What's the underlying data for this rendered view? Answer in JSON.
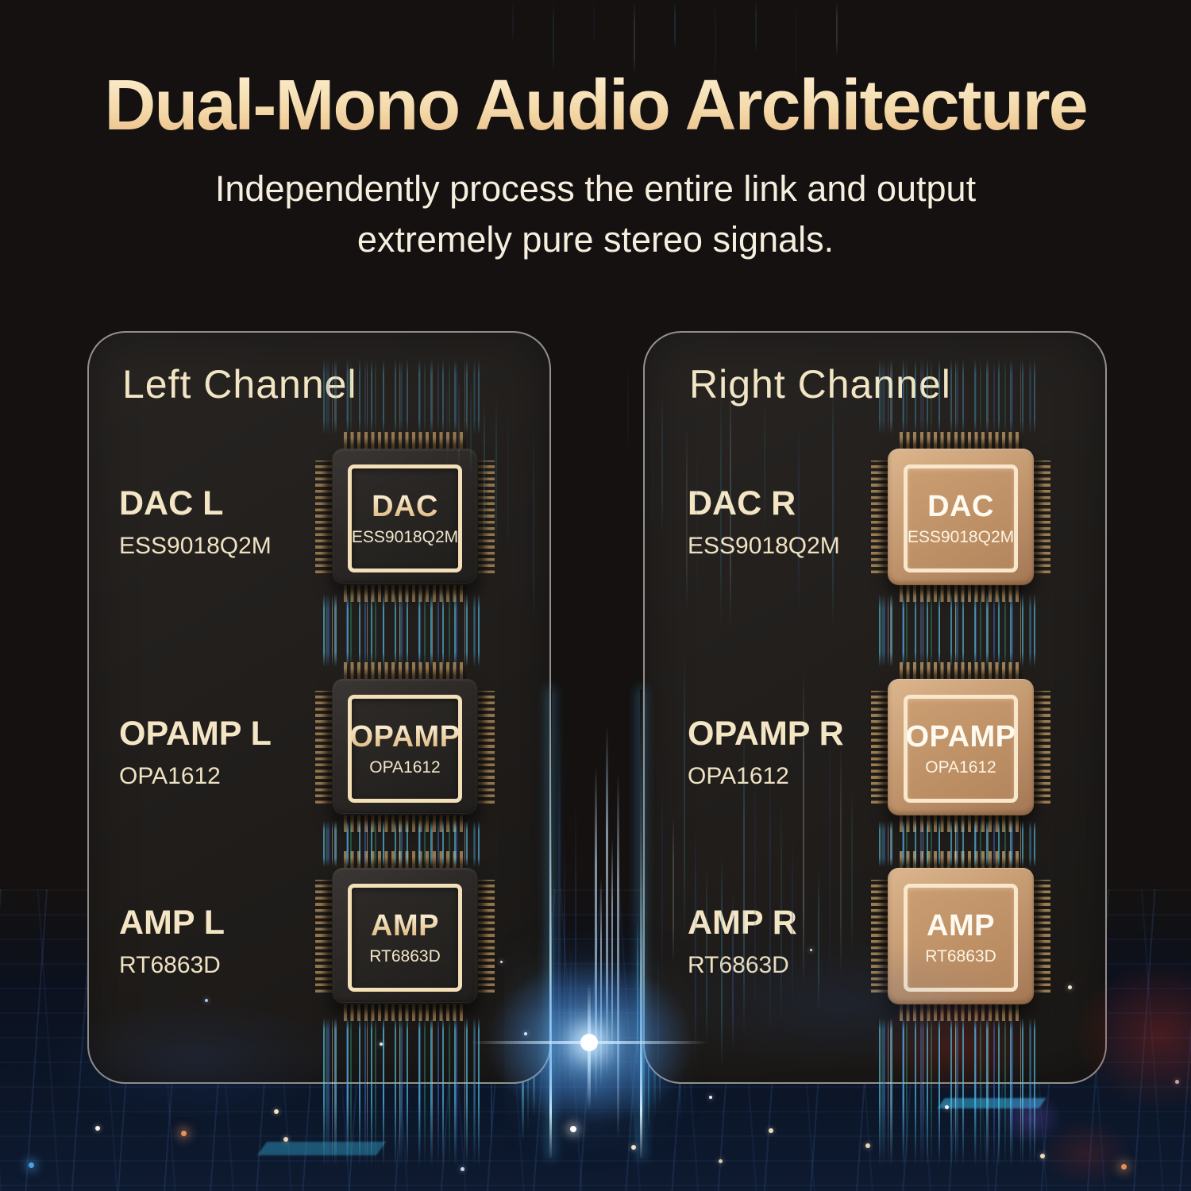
{
  "title": "Dual-Mono Audio Architecture",
  "subtitle_line1": "Independently process the entire link and output",
  "subtitle_line2": "extremely pure stereo signals.",
  "colors": {
    "gold_text": "#f3e5c3",
    "title_gold_top": "#fbeccb",
    "title_gold_bottom": "#e9ba83",
    "chip_frame_gold": "#f3e0b8",
    "bronze_chip": "#c3986f",
    "accent_cyan": "#4fc3e8",
    "background_dark": "#141110"
  },
  "panels": [
    {
      "header": "Left Channel",
      "chips": [
        {
          "label": "DAC L",
          "part": "ESS9018Q2M",
          "chip_title": "DAC",
          "chip_part": "ESS9018Q2M"
        },
        {
          "label": "OPAMP L",
          "part": "OPA1612",
          "chip_title": "OPAMP",
          "chip_part": "OPA1612"
        },
        {
          "label": "AMP L",
          "part": "RT6863D",
          "chip_title": "AMP",
          "chip_part": "RT6863D"
        }
      ]
    },
    {
      "header": "Right Channel",
      "chips": [
        {
          "label": "DAC R",
          "part": "ESS9018Q2M",
          "chip_title": "DAC",
          "chip_part": "ESS9018Q2M"
        },
        {
          "label": "OPAMP R",
          "part": "OPA1612",
          "chip_title": "OPAMP",
          "chip_part": "OPA1612"
        },
        {
          "label": "AMP R",
          "part": "RT6863D",
          "chip_title": "AMP",
          "chip_part": "RT6863D"
        }
      ]
    }
  ]
}
